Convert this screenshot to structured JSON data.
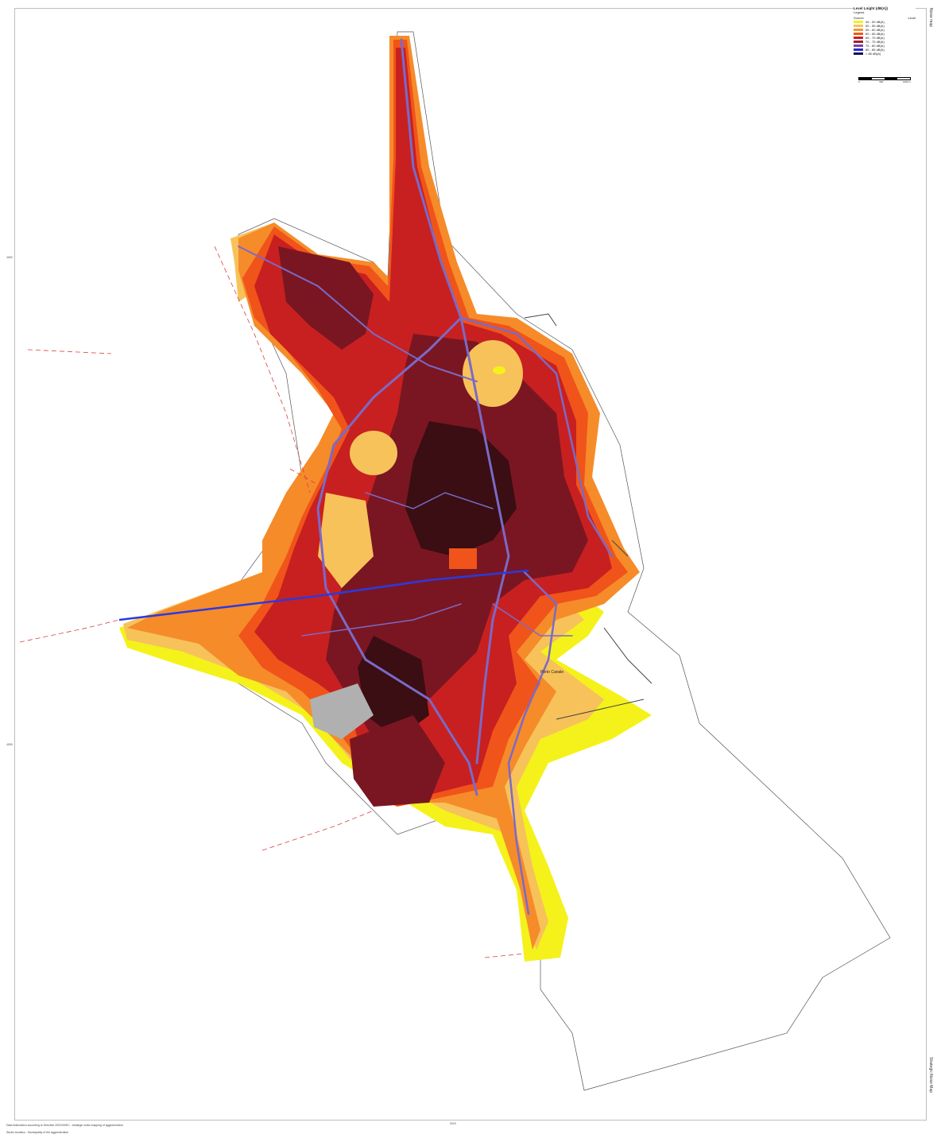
{
  "legend": {
    "title": "Level Lnight (dB(A))",
    "subtitle": "Legend",
    "col_left": "Source",
    "col_right": "Level",
    "classes": [
      {
        "label": "45 - 50 dB(A)",
        "color": "#f4f21a"
      },
      {
        "label": "50 - 55 dB(A)",
        "color": "#f7c25a"
      },
      {
        "label": "55 - 60 dB(A)",
        "color": "#f79434"
      },
      {
        "label": "60 - 65 dB(A)",
        "color": "#f55a10"
      },
      {
        "label": "65 - 70 dB(A)",
        "color": "#c81e24"
      },
      {
        "label": "70 - 75 dB(A)",
        "color": "#a0202c"
      },
      {
        "label": "75 - 80 dB(A)",
        "color": "#7a3fae"
      },
      {
        "label": "80 - 85 dB(A)",
        "color": "#2b2bc4"
      },
      {
        "label": "> 85 dB(A)",
        "color": "#101060"
      }
    ]
  },
  "scale": {
    "labels": [
      "0",
      "500",
      "1000 m"
    ]
  },
  "side_labels": {
    "top": "Noise map",
    "bottom": "Strategic Noise Map"
  },
  "footer": {
    "line1": "Data elaboration according to Directive 2002/49/EC - strategic noise mapping of agglomeration",
    "line2": "Studio Acustico - Municipality of the agglomeration"
  },
  "axis": {
    "left_top": "4560",
    "left_bottom": "4555",
    "bottom_center": "5000"
  },
  "map_label": "Porto Canale",
  "colors": {
    "yellow": "#f4f21a",
    "light_orange": "#f7c25a",
    "orange": "#f68b2a",
    "red_orange": "#f0541a",
    "red": "#c82020",
    "dark_red": "#7a1622",
    "very_dark": "#3a0e12",
    "road": "#7a6ac8",
    "rail": "#2a3ae0",
    "outline": "#444444"
  }
}
